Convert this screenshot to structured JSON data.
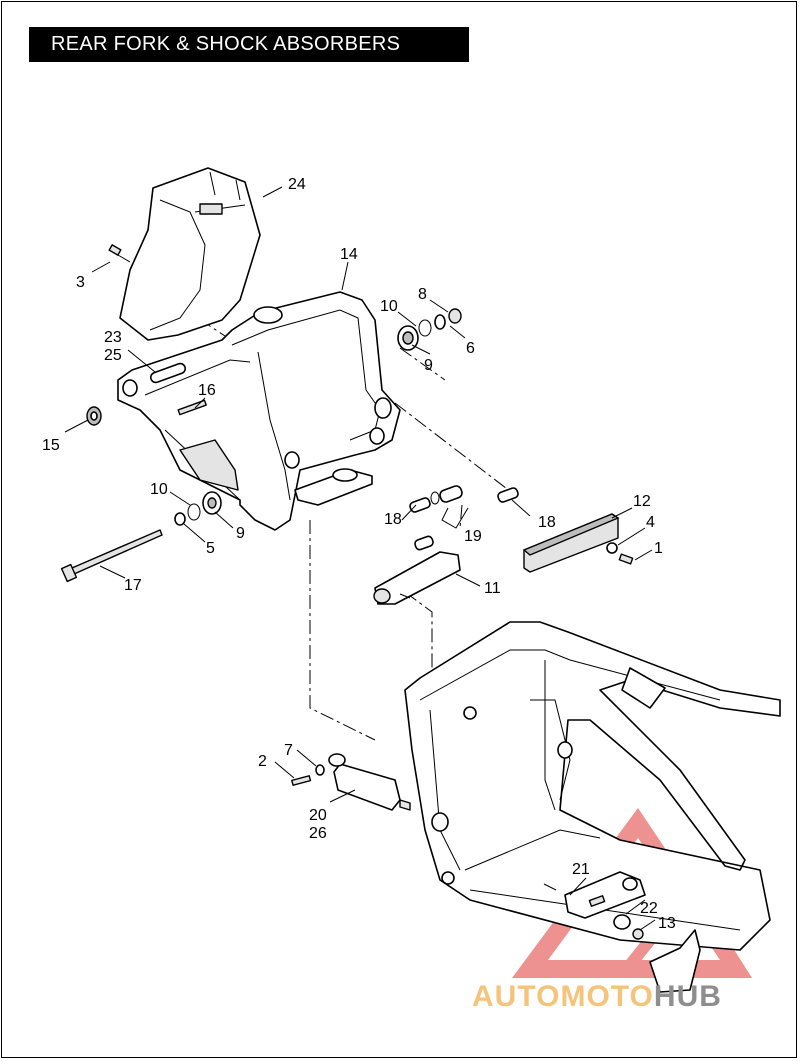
{
  "title": "REAR FORK & SHOCK ABSORBERS",
  "watermark": {
    "part1": "AUTOMOTO",
    "part2": "HUB",
    "color_accent": "#f6c37a",
    "color_gray": "#8e8e8e",
    "logo_color": "#ea7e7e"
  },
  "footer_code": "",
  "callouts": {
    "c24": "24",
    "c3": "3",
    "c14": "14",
    "c8": "8",
    "c10a": "10",
    "c6": "6",
    "c9a": "9",
    "c23": "23",
    "c25": "25",
    "c16": "16",
    "c15": "15",
    "c10b": "10",
    "c5": "5",
    "c9b": "9",
    "c17": "17",
    "c12": "12",
    "c4": "4",
    "c1": "1",
    "c18a": "18",
    "c19": "19",
    "c18b": "18",
    "c11": "11",
    "c2": "2",
    "c7": "7",
    "c20": "20",
    "c26": "26",
    "c21": "21",
    "c22": "22",
    "c13": "13"
  }
}
